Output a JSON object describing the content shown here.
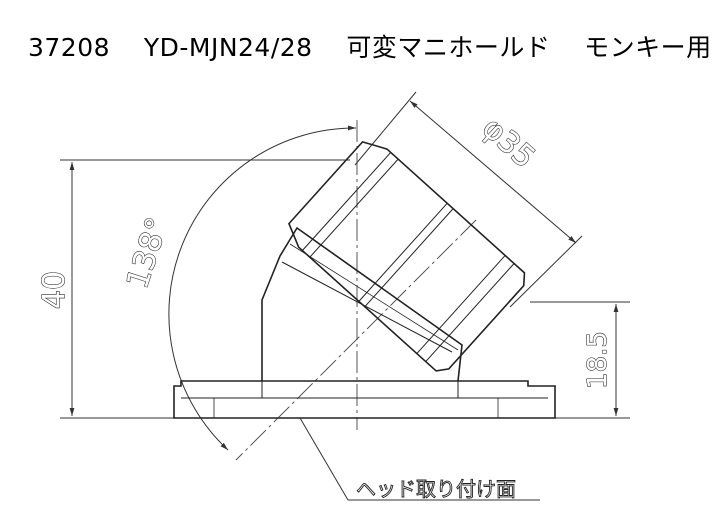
{
  "header": {
    "part_number": "37208",
    "model": "YD-MJN24/28",
    "product_name": "可変マニホールド",
    "application": "モンキー用"
  },
  "drawing": {
    "dimensions": {
      "overall_height": "40",
      "outlet_diameter": "φ35",
      "flange_offset_height": "18.5",
      "angle": "138°"
    },
    "leader_label": "ヘッド取り付け面"
  },
  "colors": {
    "outline": "#222222",
    "dimension_line": "#333333",
    "background": "#ffffff"
  }
}
